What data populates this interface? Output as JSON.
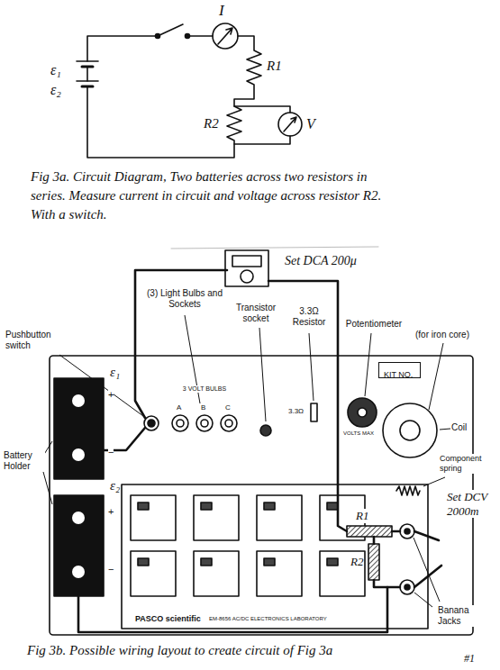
{
  "diagram": {
    "nodes": [
      {
        "text": [
          "KIT NO."
        ]
      }
    ],
    "labels": [
      "I",
      "ε₁",
      "ε₂",
      "R1",
      "R2",
      "V",
      "Fig 3a. Circuit Diagram, Two batteries across two resistors in series. Measure current in circuit and voltage across resistor R2. With a switch.",
      "Set DCA 200μ",
      "(3) Light Bulbs and Sockets",
      "Transistor socket",
      "3.3Ω Resistor",
      "Potentiometer",
      "(for iron core)",
      "Pushbutton switch",
      "Coil",
      "Component spring",
      "Set DCV 2000m",
      "Battery Holder",
      "ε₁",
      "ε₂",
      "R1",
      "R2",
      "Banana Jacks",
      "3 VOLT BULBS",
      "A",
      "B",
      "C",
      "3.3Ω",
      "+",
      "−",
      "+",
      "−",
      "PASCO scientific",
      "EM-8656 AC/DC ELECTRONICS LABORATORY",
      "VOLTS MAX",
      "Fig 3b. Possible wiring layout to create circuit of Fig 3a",
      "#1"
    ]
  }
}
